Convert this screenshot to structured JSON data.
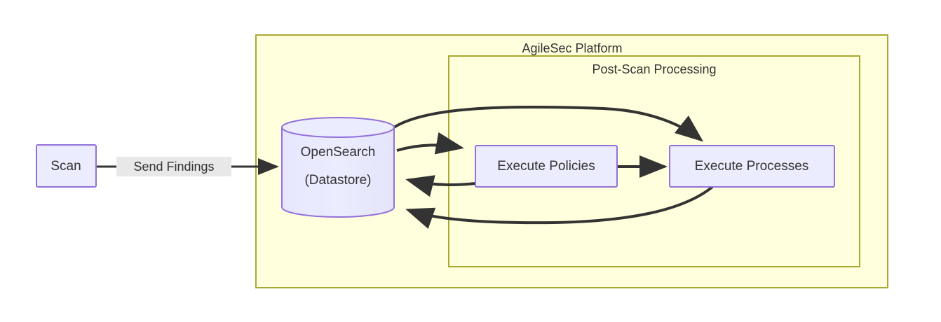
{
  "diagram": {
    "type": "flowchart",
    "clusters": [
      {
        "id": "agilesec-platform",
        "label": "AgileSec Platform",
        "border_color": "#aaaa33",
        "fill_color": "#ffffdd"
      },
      {
        "id": "post-scan-processing",
        "label": "Post-Scan Processing",
        "border_color": "#aaaa33",
        "fill_color": "#ffffdd"
      }
    ],
    "nodes": [
      {
        "id": "scan",
        "label": "Scan",
        "shape": "rect",
        "border_color": "#9370db",
        "fill_color": "#ececff"
      },
      {
        "id": "opensearch",
        "label_line1": "OpenSearch",
        "label_line2": "(Datastore)",
        "shape": "cylinder",
        "border_color": "#9370db",
        "fill_color": "#ececff"
      },
      {
        "id": "execute-policies",
        "label": "Execute Policies",
        "shape": "rect",
        "border_color": "#9370db",
        "fill_color": "#ececff"
      },
      {
        "id": "execute-processes",
        "label": "Execute Processes",
        "shape": "rect",
        "border_color": "#9370db",
        "fill_color": "#ececff"
      }
    ],
    "edges": [
      {
        "id": "scan-to-opensearch",
        "from": "scan",
        "to": "opensearch",
        "label": "Send Findings",
        "label_bg": "#e8e8e8",
        "style": "straight"
      },
      {
        "id": "opensearch-to-execute-processes",
        "from": "opensearch",
        "to": "execute-processes",
        "label": "",
        "style": "curved"
      },
      {
        "id": "opensearch-to-execute-policies",
        "from": "opensearch",
        "to": "execute-policies",
        "label": "",
        "style": "curved"
      },
      {
        "id": "execute-policies-to-opensearch",
        "from": "execute-policies",
        "to": "opensearch",
        "label": "",
        "style": "curved"
      },
      {
        "id": "execute-policies-to-execute-processes",
        "from": "execute-policies",
        "to": "execute-processes",
        "label": "",
        "style": "straight"
      },
      {
        "id": "execute-processes-to-opensearch",
        "from": "execute-processes",
        "to": "opensearch",
        "label": "",
        "style": "curved"
      }
    ],
    "colors": {
      "edge_stroke": "#333333",
      "node_border": "#9370db",
      "node_fill": "#ececff",
      "cluster_border": "#aaaa33",
      "cluster_fill": "#ffffdd",
      "background": "#ffffff",
      "text": "#333333"
    }
  }
}
